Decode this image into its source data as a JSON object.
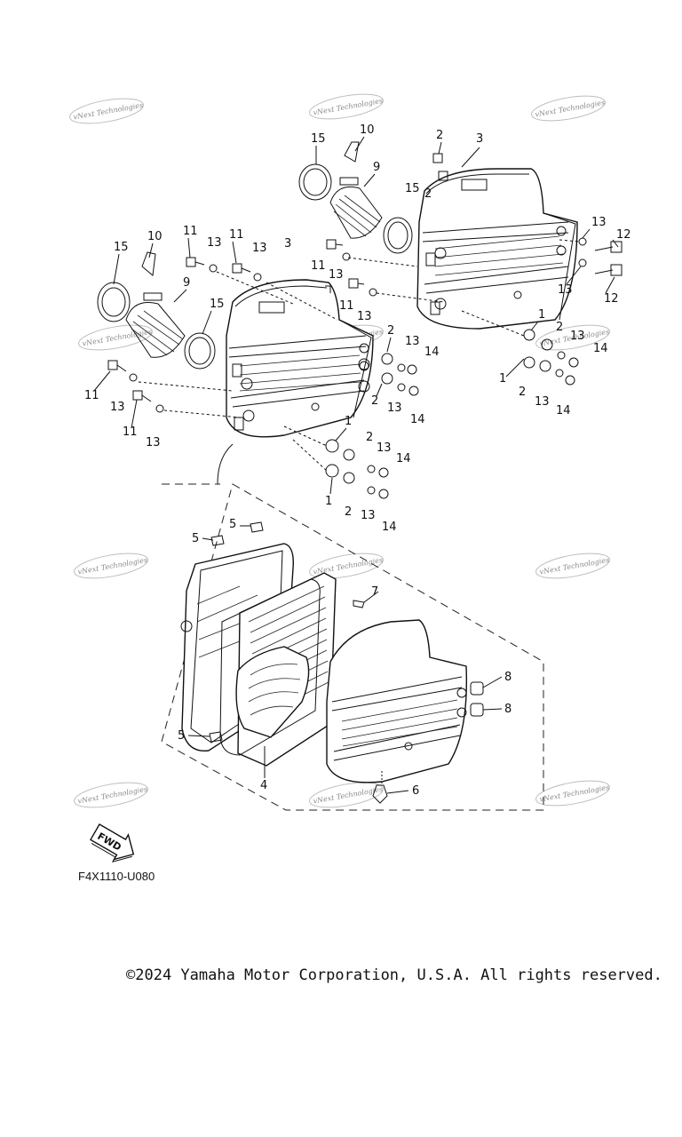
{
  "diagram": {
    "part_code": "F4X1110-U080",
    "fwd_label": "FWD",
    "copyright": "©2024 Yamaha Motor Corporation, U.S.A. All rights reserved.",
    "watermark_text": "vNext Technologies",
    "callouts": {
      "n1": "1",
      "n2": "2",
      "n3": "3",
      "n4": "4",
      "n5": "5",
      "n6": "6",
      "n7": "7",
      "n8": "8",
      "n9": "9",
      "n10": "10",
      "n11": "11",
      "n12": "12",
      "n13": "13",
      "n14": "14",
      "n15": "15"
    }
  }
}
